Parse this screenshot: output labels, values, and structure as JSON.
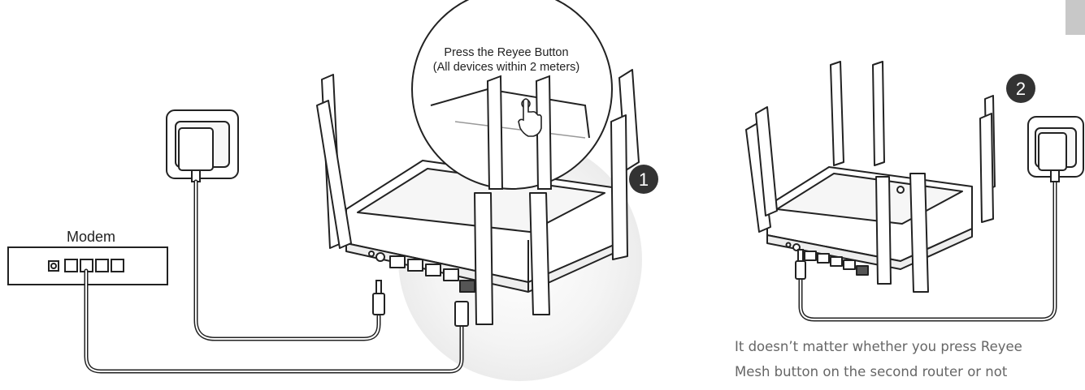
{
  "step1": {
    "number": "1",
    "callout_line1": "Press the Reyee Button",
    "callout_line2": "(All devices within 2 meters)"
  },
  "modem": {
    "label": "Modem"
  },
  "step2": {
    "number": "2"
  },
  "note": {
    "line1": "It doesn’t matter whether you press Reyee",
    "line2": "Mesh button on the second router or not"
  }
}
